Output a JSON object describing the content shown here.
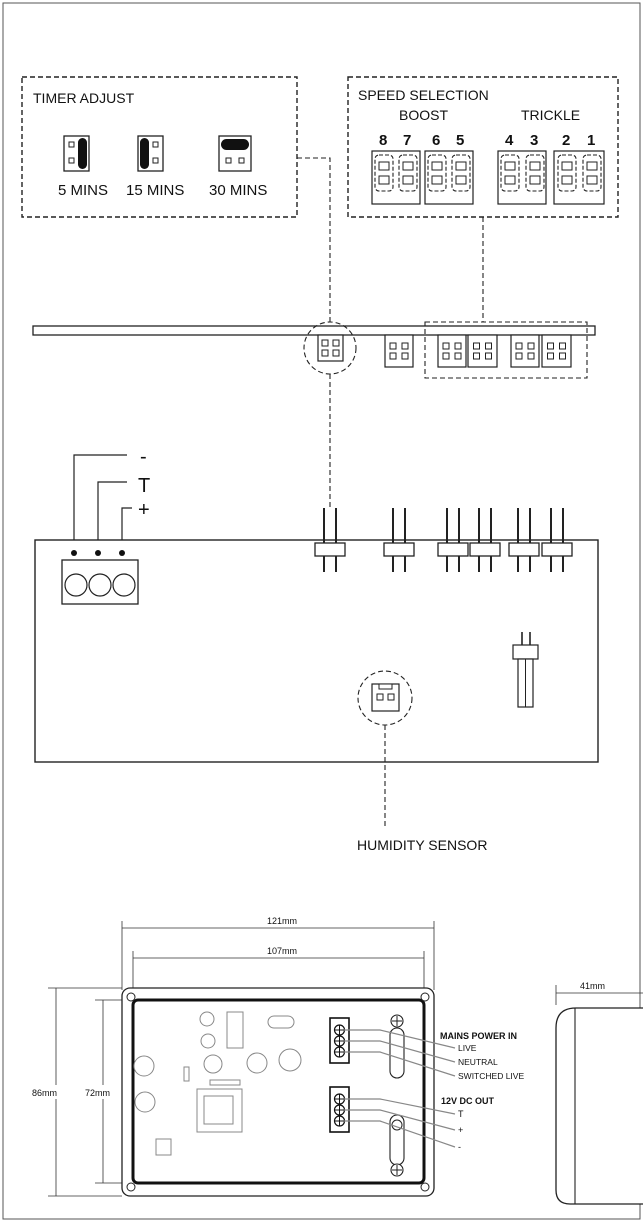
{
  "timer": {
    "title": "TIMER ADJUST",
    "options": [
      "5 MINS",
      "15 MINS",
      "30 MINS"
    ]
  },
  "speed": {
    "title": "SPEED SELECTION",
    "boost_label": "BOOST",
    "trickle_label": "TRICKLE",
    "numbers": [
      "8",
      "7",
      "6",
      "5",
      "4",
      "3",
      "2",
      "1"
    ]
  },
  "terminals": [
    "-",
    "T",
    "+"
  ],
  "humidity_label": "HUMIDITY SENSOR",
  "dimensions": {
    "outer_width": "121mm",
    "inner_width": "107mm",
    "depth": "41mm",
    "outer_height": "86mm",
    "inner_height": "72mm"
  },
  "mains": {
    "title": "MAINS POWER IN",
    "lines": [
      "LIVE",
      "NEUTRAL",
      "SWITCHED LIVE"
    ]
  },
  "dc": {
    "title": "12V DC OUT",
    "lines": [
      "T",
      "+",
      "-"
    ]
  }
}
